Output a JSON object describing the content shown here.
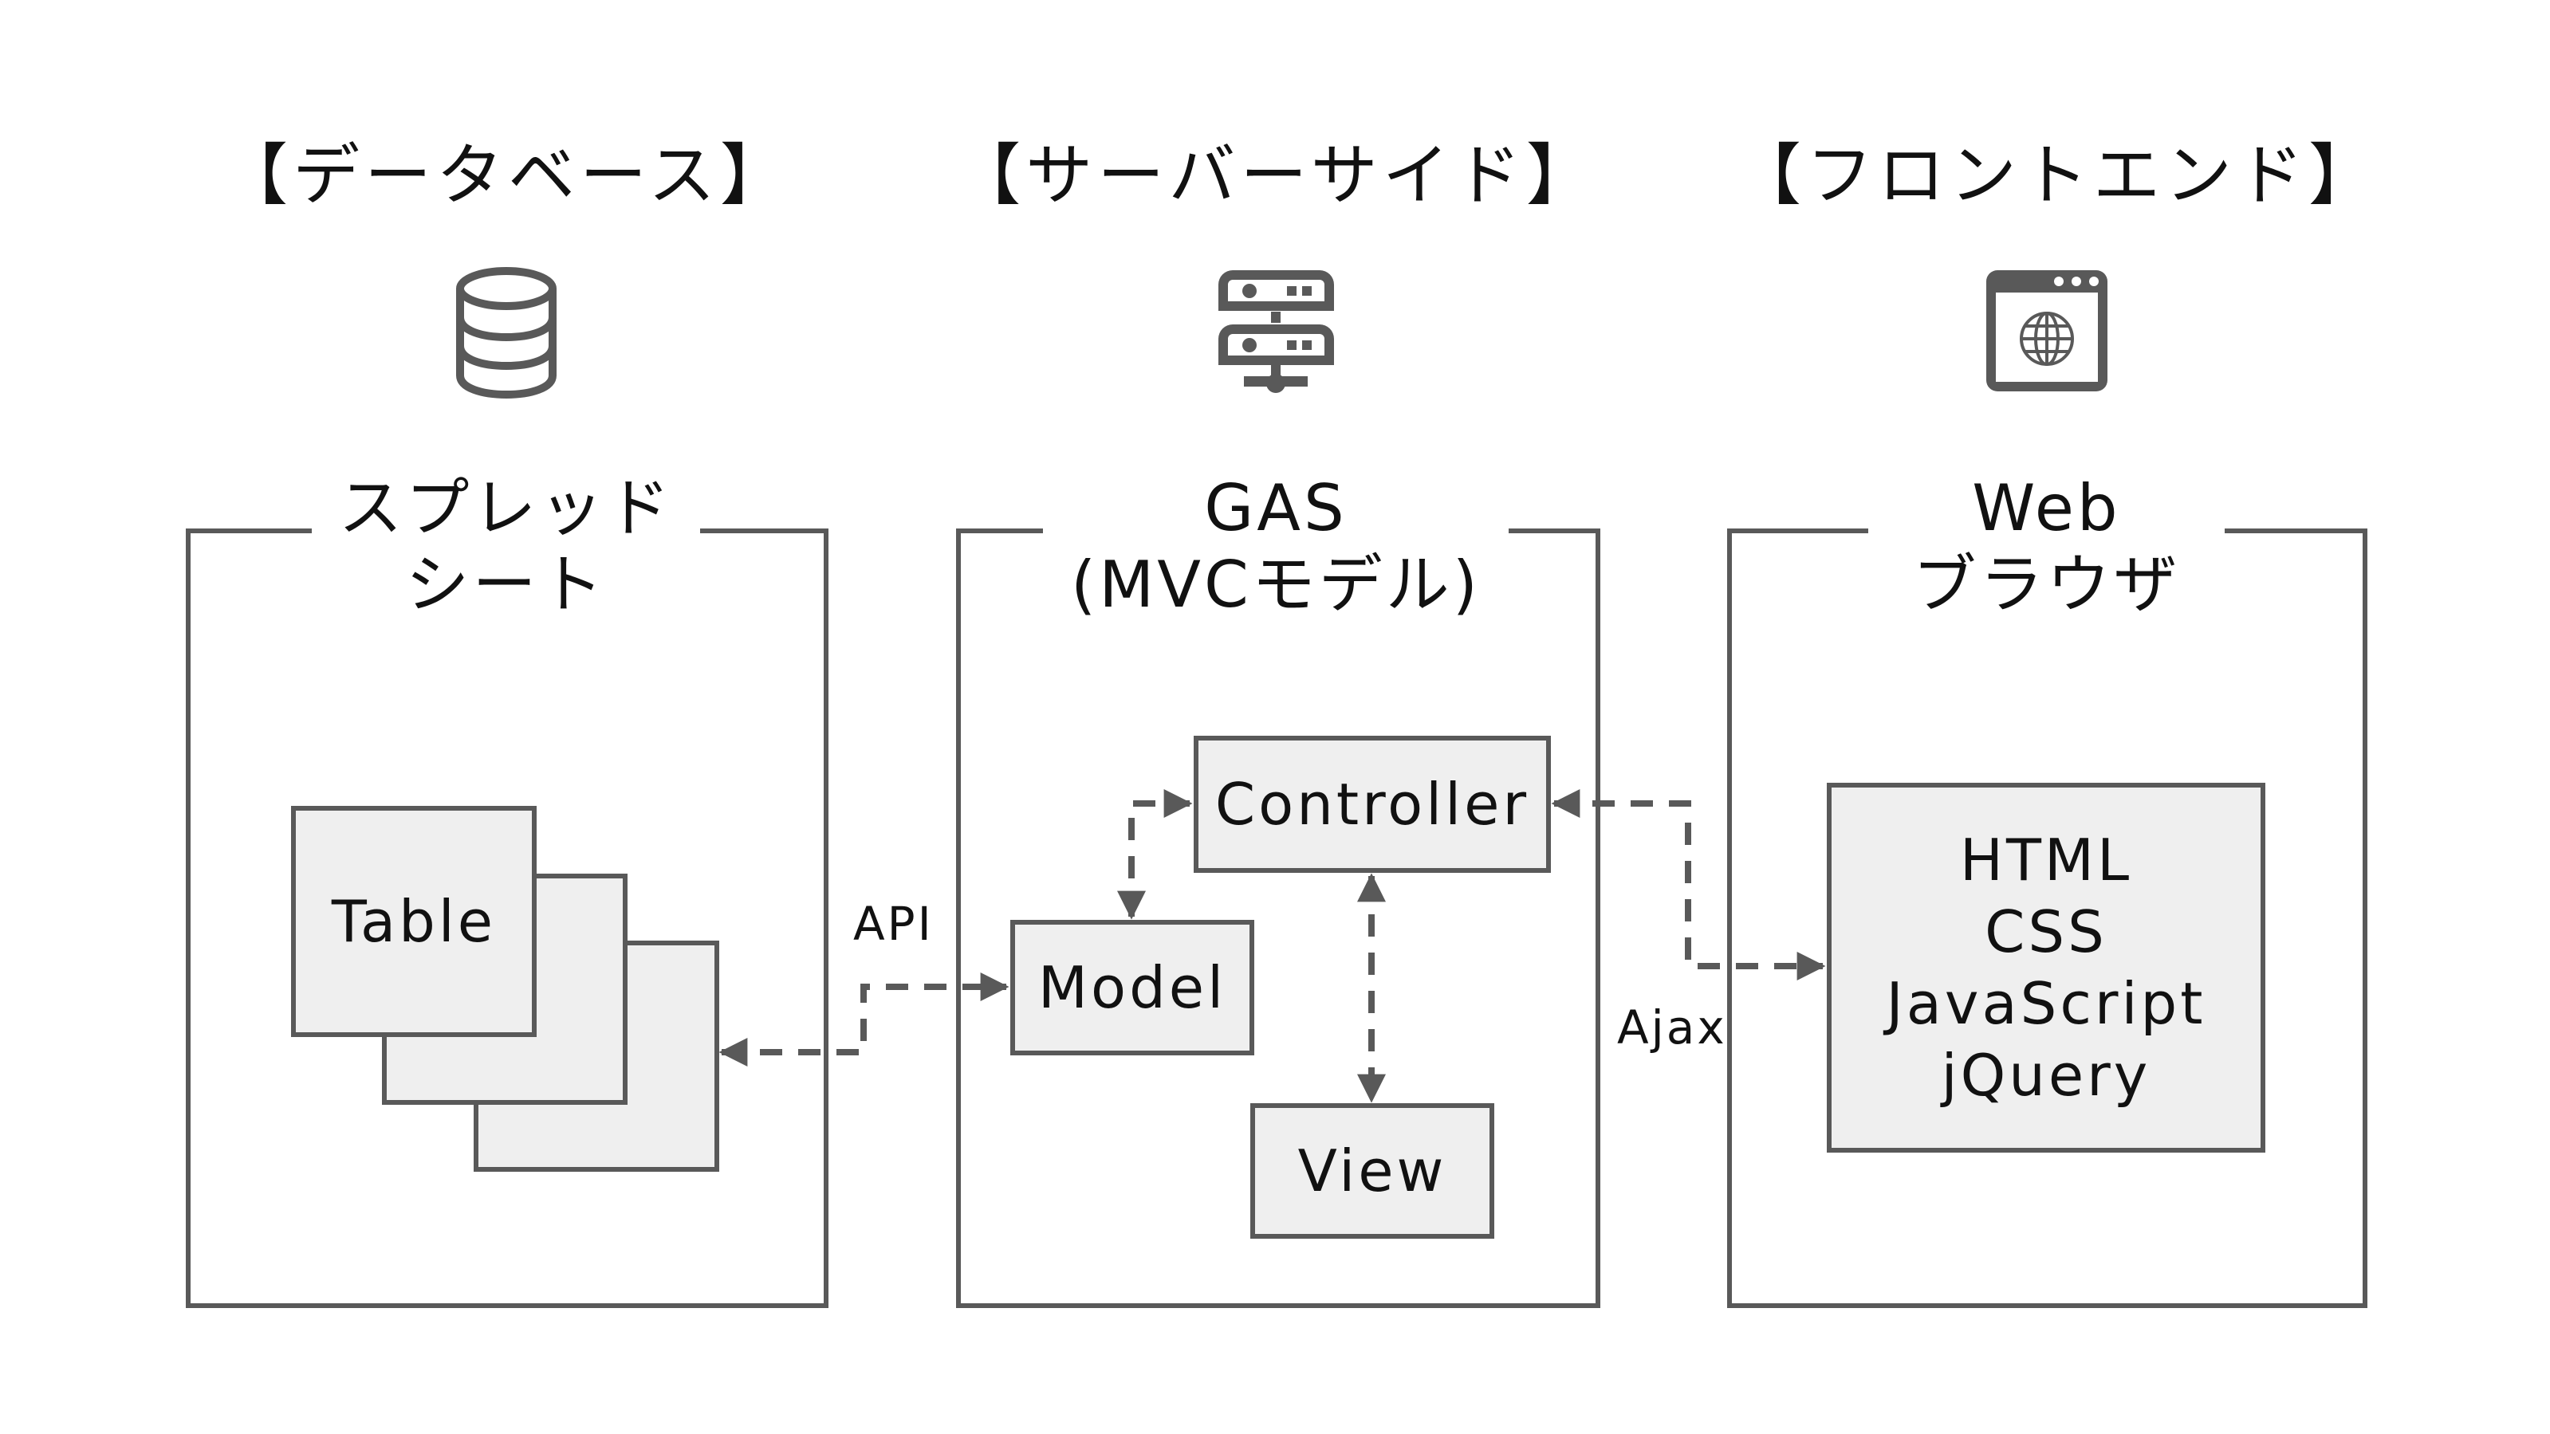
{
  "sections": [
    {
      "heading": "【データベース】",
      "icon": "database-icon",
      "title_lines": [
        "スプレッド",
        "シート"
      ]
    },
    {
      "heading": "【サーバーサイド】",
      "icon": "server-icon",
      "title_lines": [
        "GAS",
        "(MVCモデル)"
      ]
    },
    {
      "heading": "【フロントエンド】",
      "icon": "browser-window-icon",
      "title_lines": [
        "Web",
        "ブラウザ"
      ]
    }
  ],
  "database": {
    "table_label": "Table"
  },
  "server": {
    "controller_label": "Controller",
    "model_label": "Model",
    "view_label": "View"
  },
  "frontend": {
    "tech_lines": [
      "HTML",
      "CSS",
      "JavaScript",
      "jQuery"
    ]
  },
  "connectors": {
    "api_label": "API",
    "ajax_label": "Ajax"
  },
  "colors": {
    "stroke": "#595959",
    "box_fill": "#efefef",
    "text": "#111111"
  }
}
